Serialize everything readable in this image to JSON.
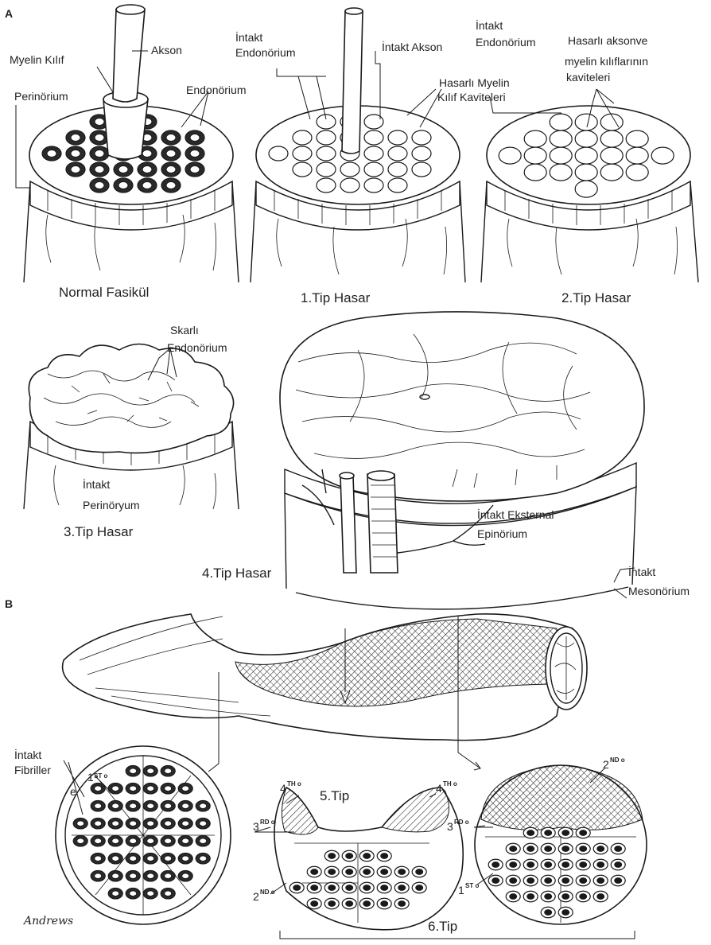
{
  "panels": {
    "a": "A",
    "b": "B"
  },
  "labels": {
    "myelin_sheath": "Myelin Kılıf",
    "axon": "Akson",
    "endoneurium": "Endonörium",
    "perineurium": "Perinörium",
    "intact_endo_1": "İntakt",
    "intact_endo_2": "Endonörium",
    "intact_axon": "İntakt Akson",
    "damaged_myelin_1": "Hasarlı Myelin",
    "damaged_myelin_2": "Kılıf Kaviteleri",
    "intact_endo2_1": "İntakt",
    "intact_endo2_2": "Endonörium",
    "cavities_1": "Hasarlı aksonve",
    "cavities_2": "myelin kılıflarının",
    "cavities_3": "kaviteleri",
    "scarred_1": "Skarlı",
    "scarred_2": "Endonörium",
    "intact_perin_1": "İntakt",
    "intact_perin_2": "Perinöryum",
    "ext_epi_1": "İntakt Eksternal",
    "ext_epi_2": "Epinörium",
    "mesoneurium_1": "İntakt",
    "mesoneurium_2": "Mesonörium",
    "fibrils_1": "İntakt",
    "fibrils_2": "Fibriller",
    "fibril_e": "e",
    "signature": "Andrews"
  },
  "captions": {
    "normal": "Normal Fasikül",
    "type1": "1.Tip Hasar",
    "type2": "2.Tip Hasar",
    "type3": "3.Tip Hasar",
    "type4": "4.Tip Hasar",
    "type5": "5.Tip",
    "type6": "6.Tip"
  },
  "degrees": {
    "first": "1",
    "first_sup": "ST o",
    "second": "2",
    "second_sup": "ND o",
    "third": "3",
    "third_sup": "RD o",
    "fourth": "4",
    "fourth_sup": "TH o"
  }
}
